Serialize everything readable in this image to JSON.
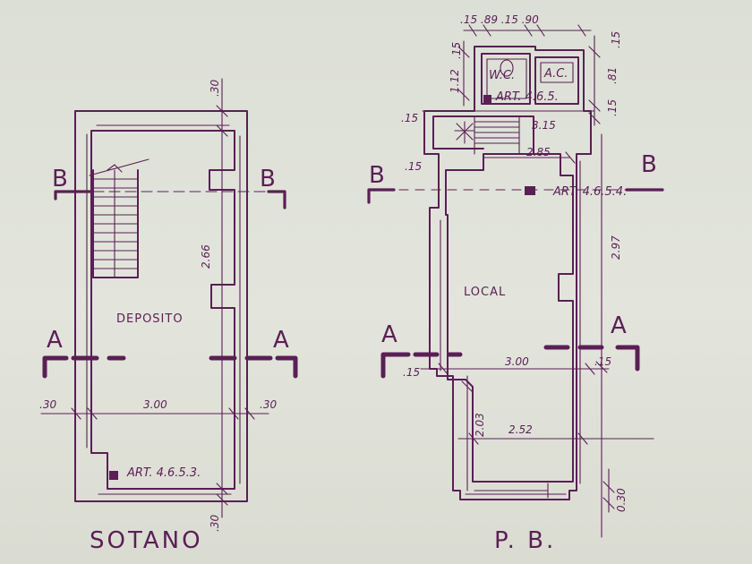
{
  "plans": {
    "sotano": {
      "title": "SOTANO",
      "room": "DEPOSITO",
      "article": "ART. 4.6.5.3.",
      "section_a": "A",
      "section_b": "B",
      "dims": {
        "top_wall": ".30",
        "height": "2.66",
        "width": "3.00",
        "left_wall": ".30",
        "right_wall": ".30",
        "bottom_wall": ".30"
      }
    },
    "pb": {
      "title": "P. B.",
      "room": "LOCAL",
      "wc": "W.C.",
      "ac": "A.C.",
      "article_upper": "ART. 4.6.5.",
      "article_room": "ART. 4.6.5.4.",
      "section_a": "A",
      "section_b": "B",
      "dims": {
        "top_chain": ".15 .89 .15 .90",
        "top_right_1": ".15",
        "top_right_2": ".81",
        "top_right_3": ".15",
        "left_top_1": ".15",
        "left_top_2": "1.12",
        "stair_width": "3.15",
        "stair_lower": "2.85",
        "left_wall_1": ".15",
        "left_wall_2": ".15",
        "left_wall_3": ".15",
        "height": "2.97",
        "width": "3.00",
        "right_wall": ".15",
        "vert_low": "2.03",
        "width_low": "2.52",
        "bottom_right": "0.30"
      }
    }
  }
}
